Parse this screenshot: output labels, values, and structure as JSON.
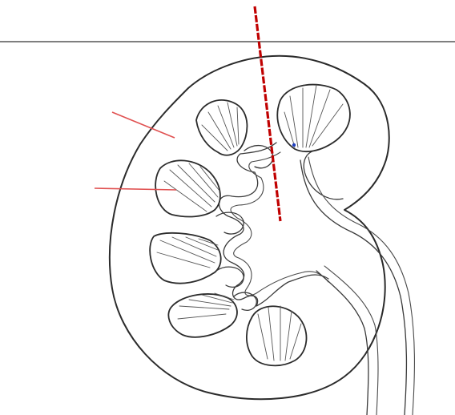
{
  "diagram": {
    "colors": {
      "background": "#ffffff",
      "line": "#2b2b2b",
      "frame_line": "#555555",
      "label_line": "#e05050",
      "cut_line": "#c00000",
      "dot": "#1f3fbf"
    },
    "structures": [
      {
        "name": "kidney-capsule"
      },
      {
        "name": "renal-pyramid",
        "count": 6
      },
      {
        "name": "minor-calyx",
        "count": 6
      },
      {
        "name": "renal-pelvis"
      },
      {
        "name": "ureter"
      }
    ],
    "label_lines": {
      "count": 2,
      "labels": [
        "",
        ""
      ]
    },
    "cut_line": {
      "style": "dashed"
    }
  }
}
